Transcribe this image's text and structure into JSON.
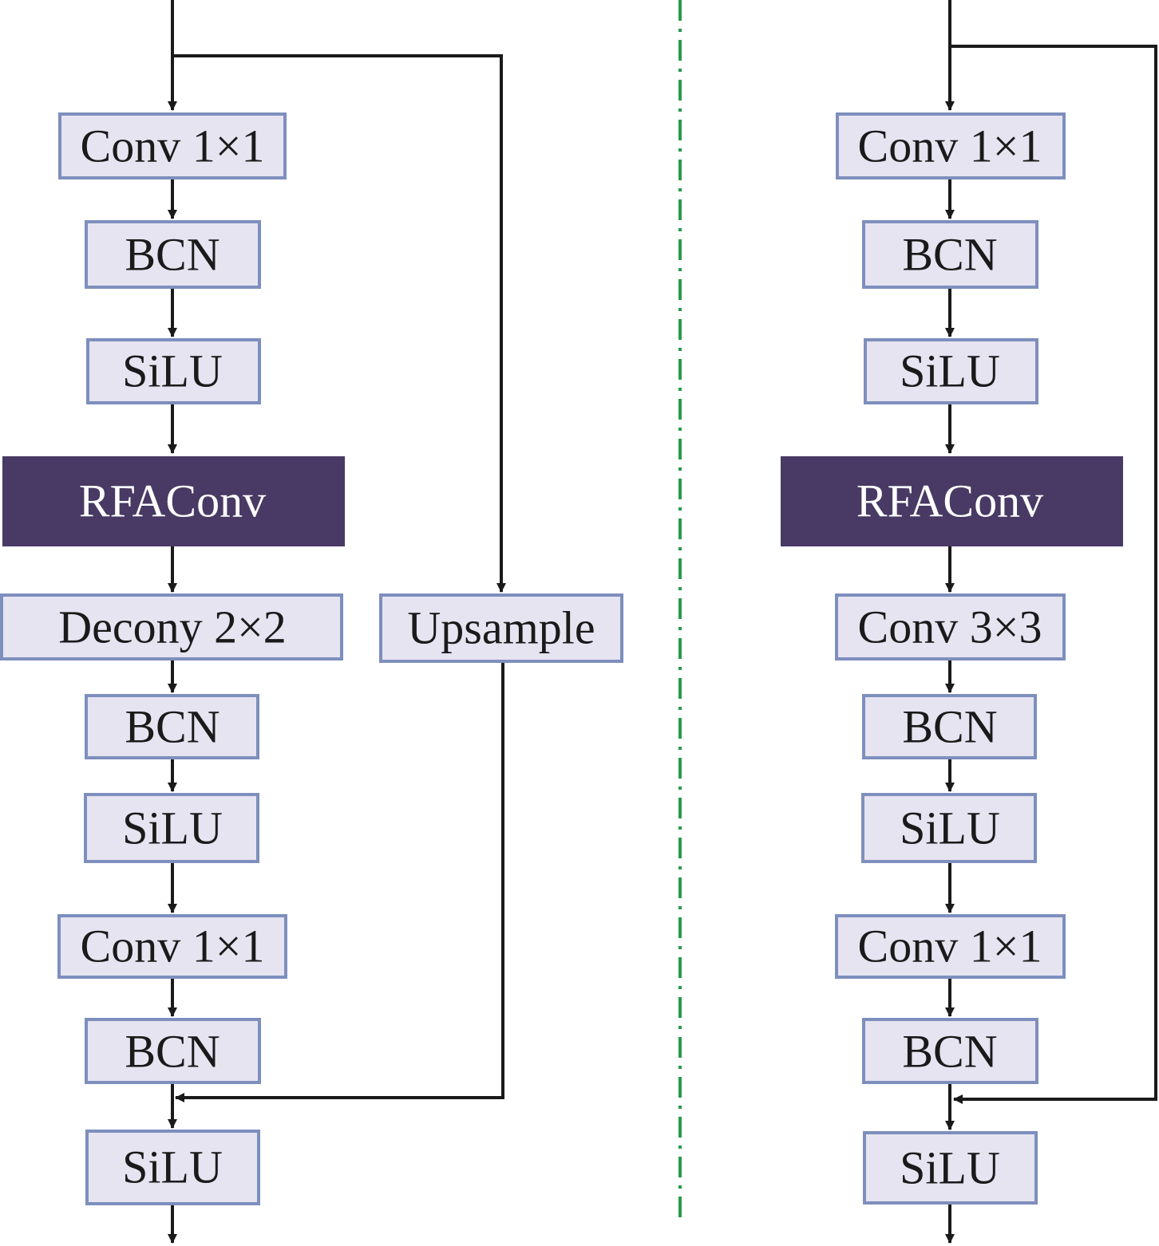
{
  "left_branch": {
    "conv1": "Conv 1×1",
    "bcn1": "BCN",
    "silu1": "SiLU",
    "rfaconv": "RFAConv",
    "deconv": "Decony 2×2",
    "bcn2": "BCN",
    "silu2": "SiLU",
    "conv2": "Conv 1×1",
    "bcn3": "BCN",
    "silu3": "SiLU",
    "upsample": "Upsample"
  },
  "right_branch": {
    "conv1": "Conv 1×1",
    "bcn1": "BCN",
    "silu1": "SiLU",
    "rfaconv": "RFAConv",
    "conv3": "Conv 3×3",
    "bcn2": "BCN",
    "silu2": "SiLU",
    "conv2": "Conv 1×1",
    "bcn3": "BCN",
    "silu3": "SiLU"
  },
  "colors": {
    "box_fill": "#e6e4f1",
    "box_border": "#7d8fbd",
    "dark_fill": "#483a64",
    "line": "#1a1a1a",
    "divider": "#2a9a4a"
  }
}
